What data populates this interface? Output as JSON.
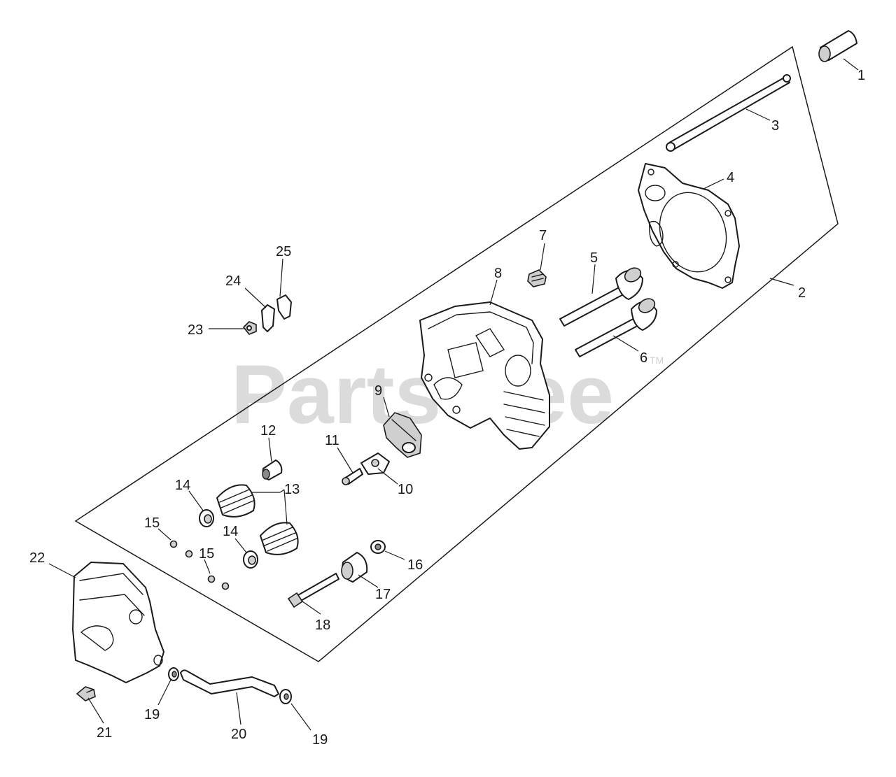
{
  "watermark": {
    "text": "PartsTree",
    "trademark": "TM"
  },
  "callouts": {
    "p1": "1",
    "p2": "2",
    "p3": "3",
    "p4": "4",
    "p5": "5",
    "p6": "6",
    "p7": "7",
    "p8": "8",
    "p9": "9",
    "p10": "10",
    "p11": "11",
    "p12": "12",
    "p13": "13",
    "p14a": "14",
    "p14b": "14",
    "p15a": "15",
    "p15b": "15",
    "p16": "16",
    "p17": "17",
    "p18": "18",
    "p19a": "19",
    "p19b": "19",
    "p20": "20",
    "p21": "21",
    "p22": "22",
    "p23": "23",
    "p24": "24",
    "p25": "25"
  }
}
